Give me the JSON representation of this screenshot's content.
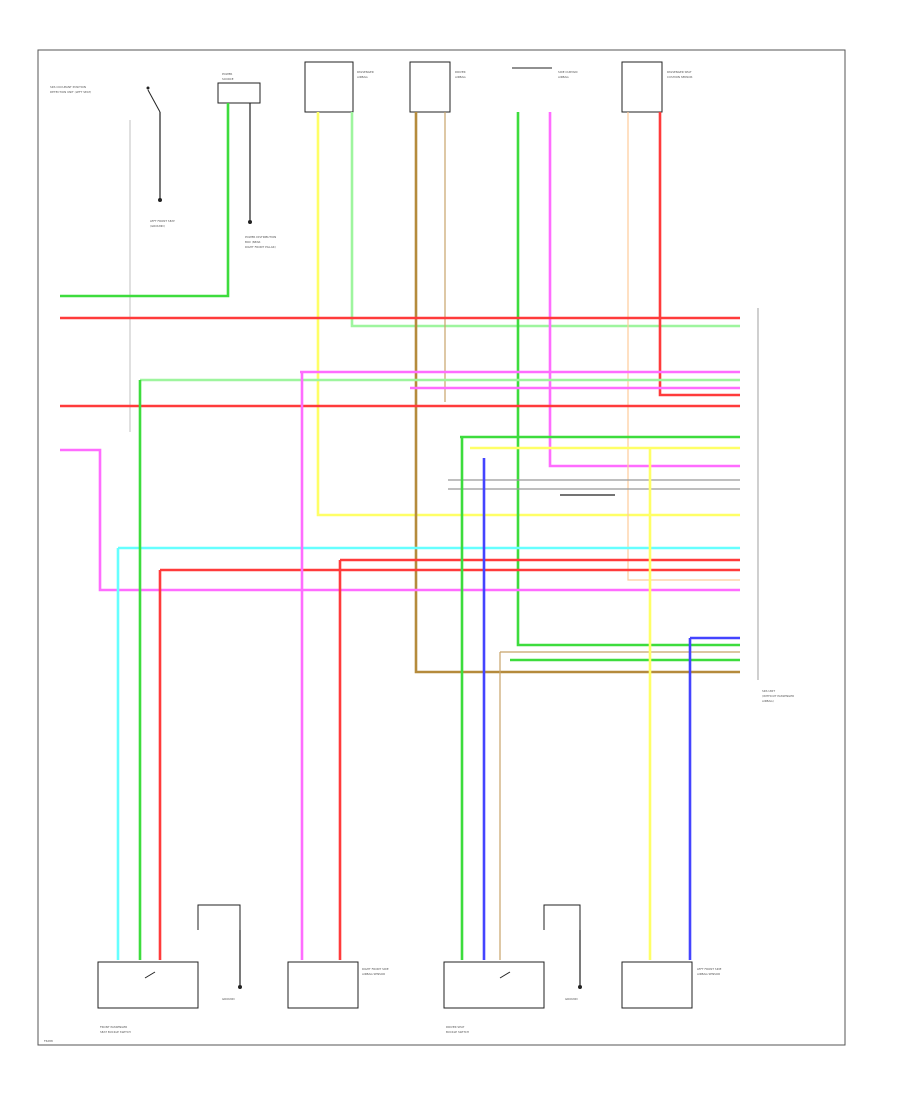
{
  "diagram": {
    "page_code": "F6288",
    "colors": {
      "green": "#3ddc3d",
      "red": "#ff3b3b",
      "pink": "#ff6cff",
      "yellow": "#ffff66",
      "lightgreen": "#9ef59e",
      "orange": "#c8a46a",
      "brown": "#b58b3c",
      "cyan": "#66ffff",
      "blue": "#4444ff",
      "violet": "#a48cff",
      "gray": "#999999",
      "peach": "#ffcc99"
    },
    "top_components": [
      "SRS OCCUPANT POSITION DETECTION UNIT (LEFT SEAT)",
      "POWER SOURCE",
      "PASSENGER AIRBAG",
      "DRIVER AIRBAG",
      "SIDE CURTAIN AIRBAG",
      "PASSENGER SEAT CUSHION SENSOR"
    ],
    "bottom_components": [
      "FRONT PASSENGER SEAT BUCKLE SWITCH",
      "RIGHT FRONT SIDE AIRBAG SENSOR",
      "DRIVER SEAT BUCKLE SWITCH",
      "LEFT FRONT SIDE AIRBAG SENSOR"
    ],
    "right_connector": "SRS UNIT (WITHOUT PASSENGER AIRBAG)",
    "ground_labels": [
      "GROUND",
      "GROUND"
    ]
  }
}
